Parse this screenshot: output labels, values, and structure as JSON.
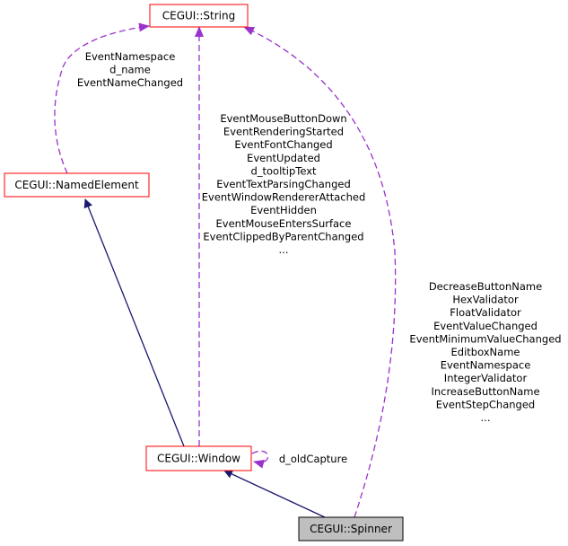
{
  "colors": {
    "node_border": "#ff0000",
    "focus_border": "#000000",
    "focus_fill": "#bfbfbf",
    "inheritance_edge": "#191970",
    "usage_edge": "#9a32cd"
  },
  "nodes": {
    "string": "CEGUI::String",
    "named_element": "CEGUI::NamedElement",
    "window": "CEGUI::Window",
    "spinner": "CEGUI::Spinner"
  },
  "edge_labels": {
    "named_element_to_string": [
      "EventNamespace",
      "d_name",
      "EventNameChanged"
    ],
    "window_to_string": [
      "EventMouseButtonDown",
      "EventRenderingStarted",
      "EventFontChanged",
      "EventUpdated",
      "d_tooltipText",
      "EventTextParsingChanged",
      "EventWindowRendererAttached",
      "EventHidden",
      "EventMouseEntersSurface",
      "EventClippedByParentChanged",
      "..."
    ],
    "spinner_to_string": [
      "DecreaseButtonName",
      "HexValidator",
      "FloatValidator",
      "EventValueChanged",
      "EventMinimumValueChanged",
      "EditboxName",
      "EventNamespace",
      "IntegerValidator",
      "IncreaseButtonName",
      "EventStepChanged",
      "..."
    ],
    "window_self": "d_oldCapture"
  }
}
